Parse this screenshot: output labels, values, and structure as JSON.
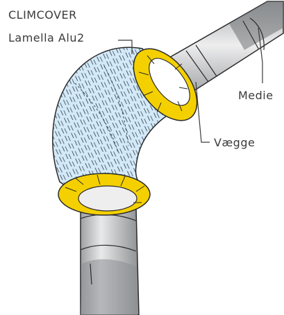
{
  "labels": {
    "product_line1": "CLIMCOVER",
    "product_line2": "Lamella Alu2",
    "medium": "Medie",
    "wall": "Vægge"
  },
  "colors": {
    "insulation_yellow": "#f4d000",
    "foil_blue": "#cfe6f7",
    "pipe_grey": "#b9bbbe",
    "outline": "#2a2a2a"
  }
}
